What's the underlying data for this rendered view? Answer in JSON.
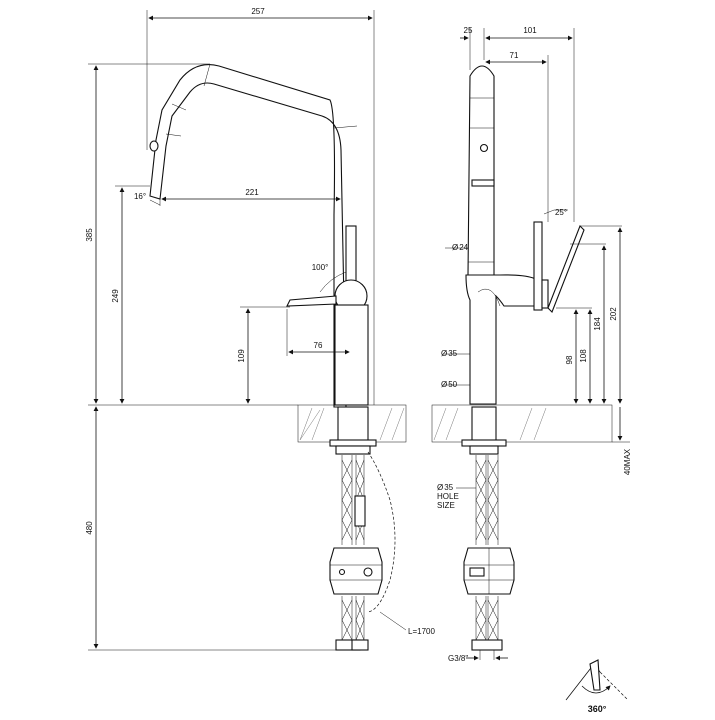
{
  "drawing": {
    "side_view": {
      "dims": {
        "total_width": "257",
        "reach": "221",
        "head_angle": "16°",
        "total_height": "385",
        "spout_height": "249",
        "lever_angle": "100°",
        "lever_height": "109",
        "lever_length": "76",
        "under_counter": "480",
        "hose_length": "L=1700"
      }
    },
    "front_view": {
      "dims": {
        "offset_25": "25",
        "depth_101": "101",
        "depth_71": "71",
        "lever_angle": "25°",
        "dia_24": "24",
        "dia_35": "35",
        "dia_50": "50",
        "h_98": "98",
        "h_108": "108",
        "h_184": "184",
        "h_202": "202",
        "counter_max": "40MAX",
        "hole_dia": "35",
        "hole_line1": "HOLE",
        "hole_line2": "SIZE",
        "thread": "G3/8\""
      }
    },
    "rotation_label": "360°"
  }
}
